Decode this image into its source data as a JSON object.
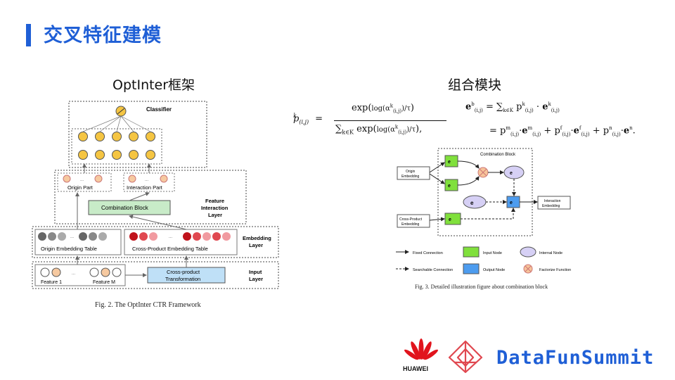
{
  "slide": {
    "title": "交叉特征建模",
    "left_heading": "OptInter框架",
    "right_heading": "组合模块",
    "accent_color": "#1f5fd6"
  },
  "fig2": {
    "classifier": "Classifier",
    "origin_part": "Origin Part",
    "interaction_part": "Interaction Part",
    "combination_block": "Combination Block",
    "feature_interaction_layer": [
      "Feature",
      "Interaction",
      "Layer"
    ],
    "embedding_layer": [
      "Embedding",
      "Layer"
    ],
    "origin_table": "Origin Embedding Table",
    "cross_table": "Cross-Product Embedding Table",
    "feature1": "Feature 1",
    "featureM": "Feature M",
    "cross_transform": [
      "Cross-product",
      "Transformation"
    ],
    "input_layer": [
      "Input",
      "Layer"
    ],
    "dots": "...",
    "caption": "Fig. 2.  The OptInter CTR Framework"
  },
  "equations": {
    "eq1_lhs": "p",
    "eq1_num": "exp(log(α",
    "eq1_den": "∑k∈K exp(log(α",
    "eq2_line1": "= ∑ p · e",
    "eq2_line2": "= p · e + p · e + p · e · e"
  },
  "fig3": {
    "combination_block": "Combination Block",
    "origin_embedding": [
      "Origin",
      "Embedding"
    ],
    "cross_embedding": [
      "Cross-Product",
      "Embedding"
    ],
    "interaction_embedding": [
      "Interaction",
      "Embedding"
    ],
    "node_ei": "e",
    "node_en": "e",
    "legend_fixed": "Fixed Connection",
    "legend_searchable": "Searchable Connection",
    "legend_input": "Input Node",
    "legend_output": "Output Node",
    "legend_internal": "Internal Node",
    "legend_factorize": "Factorize Function",
    "caption": "Fig. 3.  Detailed illustration figure about combination block"
  },
  "footer": {
    "huawei": "HUAWEI",
    "brand": "DataFunSummit"
  }
}
